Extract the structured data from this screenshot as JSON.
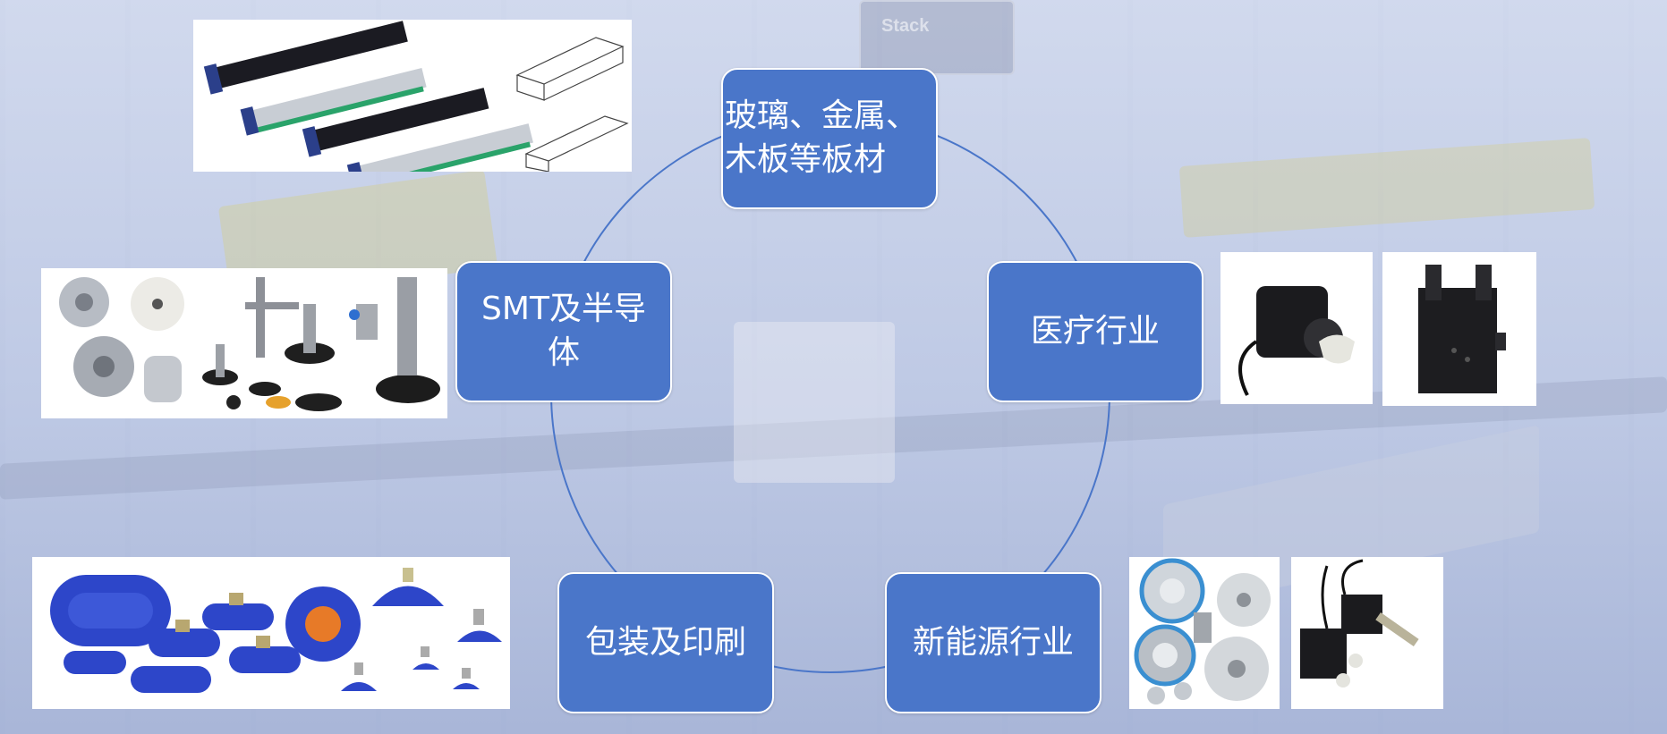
{
  "diagram": {
    "type": "cycle",
    "nodes": [
      {
        "label": "玻璃、金属、\n木板等板材"
      },
      {
        "label": "医疗行业"
      },
      {
        "label": "新能源行业"
      },
      {
        "label": "包装及印刷"
      },
      {
        "label": "SMT及半导\n体"
      }
    ]
  },
  "background": {
    "sign_text": "Stack"
  },
  "product_images": [
    {
      "name": "panel-vacuum-grippers"
    },
    {
      "name": "smt-suction-components"
    },
    {
      "name": "blue-suction-cups"
    },
    {
      "name": "medical-grippers-1"
    },
    {
      "name": "medical-grippers-2"
    },
    {
      "name": "new-energy-components-1"
    },
    {
      "name": "new-energy-components-2"
    }
  ],
  "colors": {
    "node_fill": "#4a76c9",
    "node_border": "#ffffff",
    "cycle_line": "#4a76c9"
  }
}
